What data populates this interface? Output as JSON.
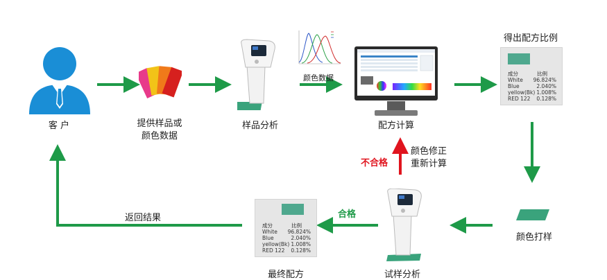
{
  "nodes": {
    "customer": "客 户",
    "provide": "提供样品或",
    "provide2": "颜色数据",
    "sample_analysis": "样品分析",
    "color_data": "颜色数据",
    "formula_calc": "配方计算",
    "get_ratio": "得出配方比例",
    "color_proof": "颜色打样",
    "trial_analysis": "试样分析",
    "final_formula": "最终配方",
    "return_result": "返回结果",
    "pass": "合格",
    "fail": "不合格",
    "modify1": "颜色修正",
    "modify2": "重新计算"
  },
  "ratio_card": {
    "header": [
      "成分",
      "比例"
    ],
    "rows": [
      [
        "White",
        "96.824%"
      ],
      [
        "Blue",
        "2.040%"
      ],
      [
        "yellow(Bk)",
        "1.008%"
      ],
      [
        "RED 122",
        "0.128%"
      ]
    ]
  },
  "colors": {
    "green_arrow": "#1e9a48",
    "red_arrow": "#e0141e",
    "person_blue": "#1a8ed6",
    "swatch": "#4fa88e",
    "fail_text": "#e0141e",
    "pass_text": "#1e9a48"
  },
  "icons": [
    "customer-icon",
    "color-cards-icon",
    "spectrophotometer-icon",
    "spectral-curve-icon",
    "monitor-icon",
    "color-swatch-icon"
  ]
}
